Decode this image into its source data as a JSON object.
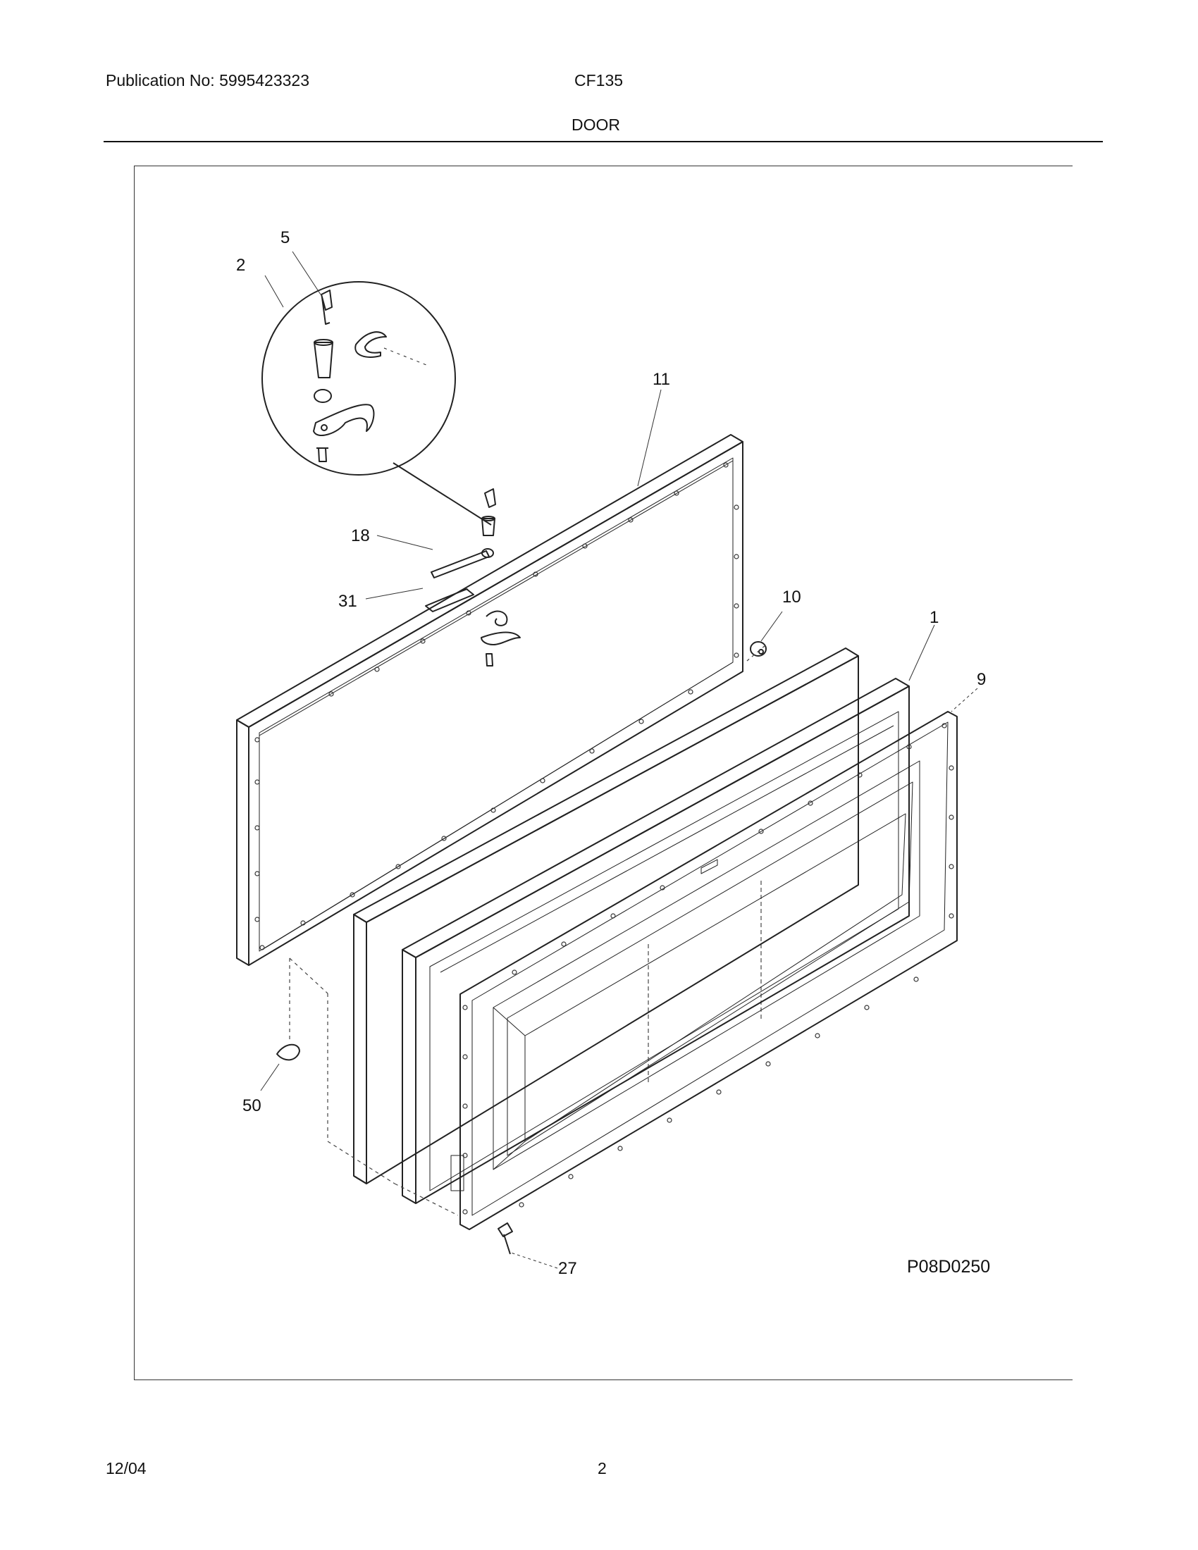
{
  "header": {
    "publication": "Publication No: 5995423323",
    "model": "CF135",
    "section": "DOOR"
  },
  "diagram": {
    "callouts": {
      "c1": "1",
      "c2": "2",
      "c5": "5",
      "c9": "9",
      "c10": "10",
      "c11": "11",
      "c18": "18",
      "c27": "27",
      "c31": "31",
      "c50": "50"
    },
    "drawing_code": "P08D0250"
  },
  "footer": {
    "date": "12/04",
    "page": "2"
  }
}
